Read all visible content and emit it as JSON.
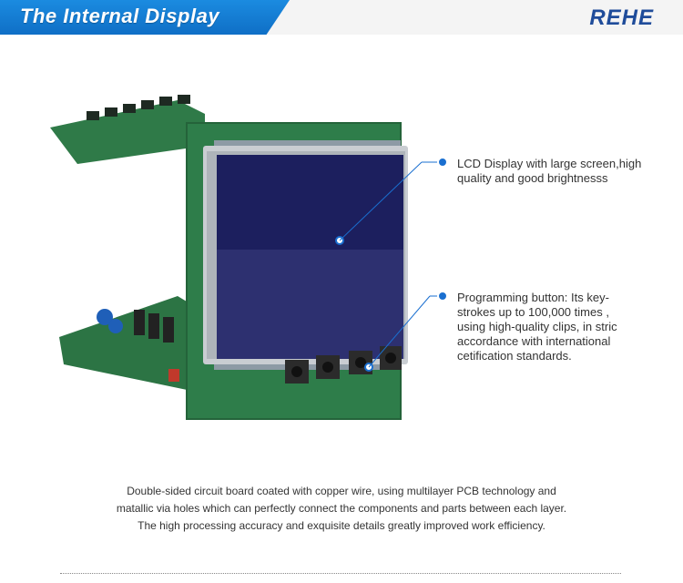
{
  "header": {
    "title": "The Internal Display",
    "brand": "REHE",
    "tab_color": "#1479d4",
    "brand_color": "#1f4c9a"
  },
  "callouts": [
    {
      "id": "lcd",
      "lines": [
        "LCD Display with large screen,high",
        "quality and good brightnesss"
      ]
    },
    {
      "id": "button",
      "lines": [
        "Programming button:  Its key-",
        "strokes up to 100,000 times ,",
        "using high-quality clips, in stric",
        "accordance with international",
        "cetification standards."
      ]
    }
  ],
  "description": {
    "lines": [
      "Double-sided circuit board coated with copper wire,  using multilayer PCB technology and",
      "matallic via holes which can perfectly connect the components and parts between each layer.",
      "The high processing accuracy and exquisite details greatly improved work efficiency."
    ]
  },
  "colors": {
    "pcb_green": "#2e7d4a",
    "lcd_blue": "#1c1f5e",
    "callout_line": "#1a6fd0"
  }
}
